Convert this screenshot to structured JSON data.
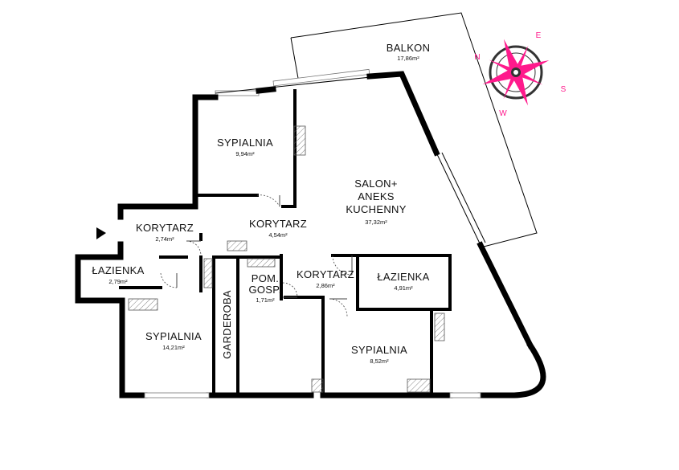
{
  "rooms": {
    "balkon": {
      "name": "BALKON",
      "area": "17,86m²"
    },
    "sypialnia_1": {
      "name": "SYPIALNIA",
      "area": "9,94m²"
    },
    "salon_l1": "SALON+",
    "salon_l2": "ANEKS",
    "salon_l3": "KUCHENNY",
    "salon_area": "37,32m²",
    "korytarz_1": {
      "name": "KORYTARZ",
      "area": "2,74m²"
    },
    "korytarz_2": {
      "name": "KORYTARZ",
      "area": "4,54m²"
    },
    "korytarz_3": {
      "name": "KORYTARZ",
      "area": "2,86m²"
    },
    "lazienka_1": {
      "name": "ŁAZIENKA",
      "area": "2,79m²"
    },
    "lazienka_2": {
      "name": "ŁAZIENKA",
      "area": "4,91m²"
    },
    "pom_l1": "POM.",
    "pom_l2": "GOSP.",
    "pom_area": "1,71m²",
    "sypialnia_2": {
      "name": "SYPIALNIA",
      "area": "14,21m²"
    },
    "sypialnia_3": {
      "name": "SYPIALNIA",
      "area": "8,52m²"
    },
    "garderoba": "GARDEROBA"
  },
  "compass": {
    "n": "N",
    "e": "E",
    "s": "S",
    "w": "W",
    "color": "#ff1a8c"
  },
  "colors": {
    "wall": "#000000",
    "accent": "#ff1a8c"
  }
}
